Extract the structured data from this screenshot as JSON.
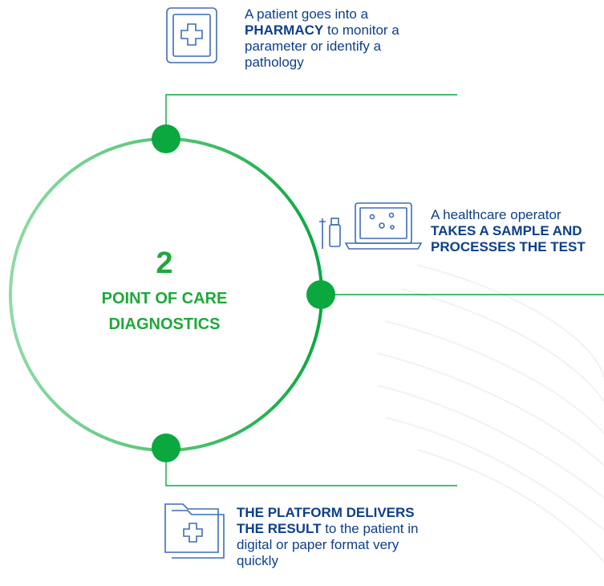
{
  "center": {
    "number": "2",
    "title_line1": "POINT OF CARE",
    "title_line2": "DIAGNOSTICS"
  },
  "steps": [
    {
      "icon": "pharmacy-cross-icon",
      "pre": "A patient goes into a",
      "bold": "PHARMACY",
      "post": "to monitor a parameter or identify a pathology"
    },
    {
      "icon": "lab-test-laptop-icon",
      "pre": "A healthcare operator",
      "bold": "TAKES A SAMPLE AND PROCESSES THE TEST",
      "post": ""
    },
    {
      "icon": "medical-folder-icon",
      "pre": "",
      "bold": "THE PLATFORM DELIVERS THE RESULT",
      "post": "to the patient in digital or paper format very quickly"
    }
  ],
  "colors": {
    "green_dark": "#0aa83f",
    "green_light": "#8fdaa6",
    "navy": "#0d3f8a",
    "icon_blue": "#3e6db5"
  }
}
